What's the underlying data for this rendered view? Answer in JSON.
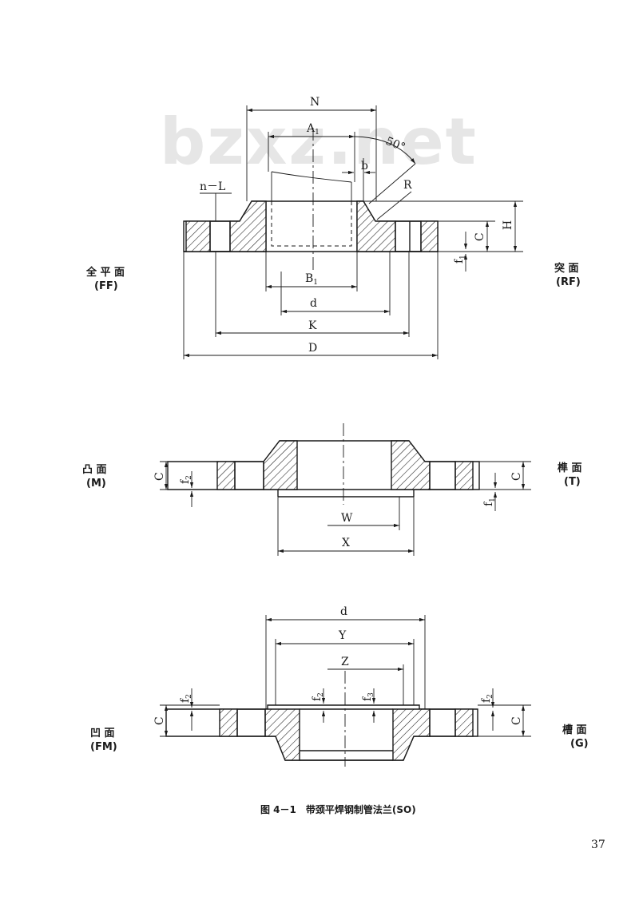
{
  "watermark": "bzxz.net",
  "figure_caption": "图 4－1　带颈平焊钢制管法兰(SO)",
  "page_number": "37",
  "views": {
    "rf": {
      "left_label": "全 平 面",
      "left_code": "(FF)",
      "right_label": "突 面",
      "right_code": "(RF)",
      "dims": {
        "N": "N",
        "A1": "A",
        "A1_sub": "1",
        "angle": "50°",
        "b": "b",
        "R": "R",
        "nL": "n－L",
        "H": "H",
        "C": "C",
        "f1": "f",
        "f1_sub": "1",
        "B1": "B",
        "B1_sub": "1",
        "d": "d",
        "K": "K",
        "D": "D"
      }
    },
    "mt": {
      "left_label": "凸 面",
      "left_code": "(M)",
      "right_label": "榫 面",
      "right_code": "(T)",
      "dims": {
        "C_left": "C",
        "f2_left": "f",
        "f2_left_sub": "2",
        "C_right": "C",
        "f1_right": "f",
        "f1_right_sub": "1",
        "W": "W",
        "X": "X"
      }
    },
    "fmg": {
      "left_label": "凹 面",
      "left_code": "(FM)",
      "right_label": "槽 面",
      "right_code": "(G)",
      "dims": {
        "d": "d",
        "Y": "Y",
        "Z": "Z",
        "f2_a": "f",
        "f2_a_sub": "2",
        "f2_b": "f",
        "f2_b_sub": "2",
        "f3": "f",
        "f3_sub": "3",
        "f2_c": "f",
        "f2_c_sub": "2",
        "C_left": "C",
        "C_right": "C"
      }
    }
  }
}
